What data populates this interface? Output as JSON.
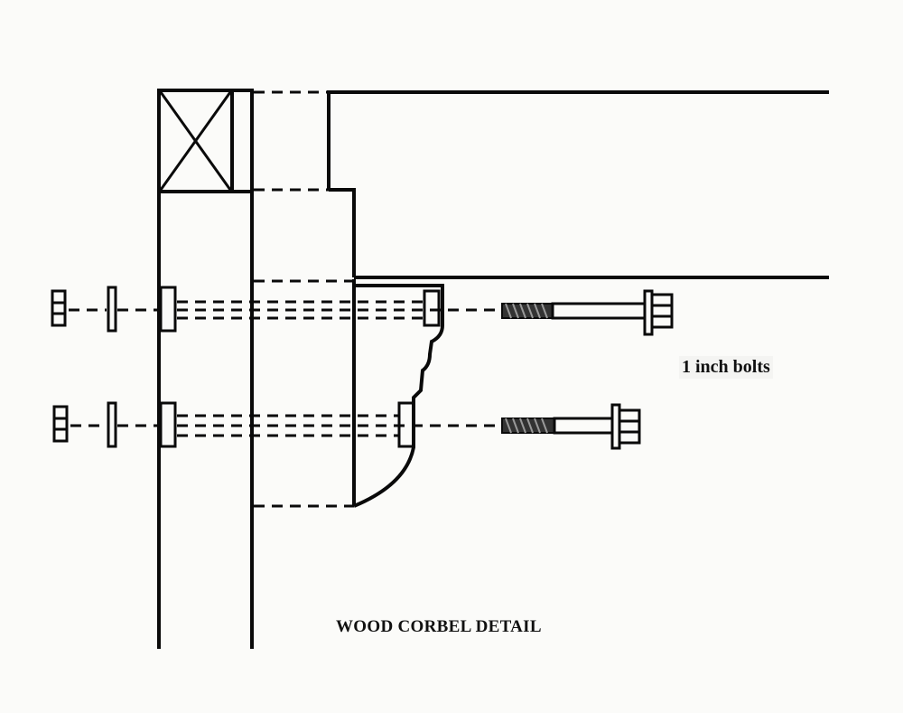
{
  "annotations": {
    "bolts_label": "1 inch bolts"
  },
  "title": "WOOD CORBEL DETAIL",
  "colors": {
    "ink": "#0a0a0a",
    "paper": "#fbfbf9"
  },
  "components": [
    "post",
    "beam",
    "corbel",
    "top-bolt",
    "bottom-bolt",
    "nut",
    "washer"
  ]
}
